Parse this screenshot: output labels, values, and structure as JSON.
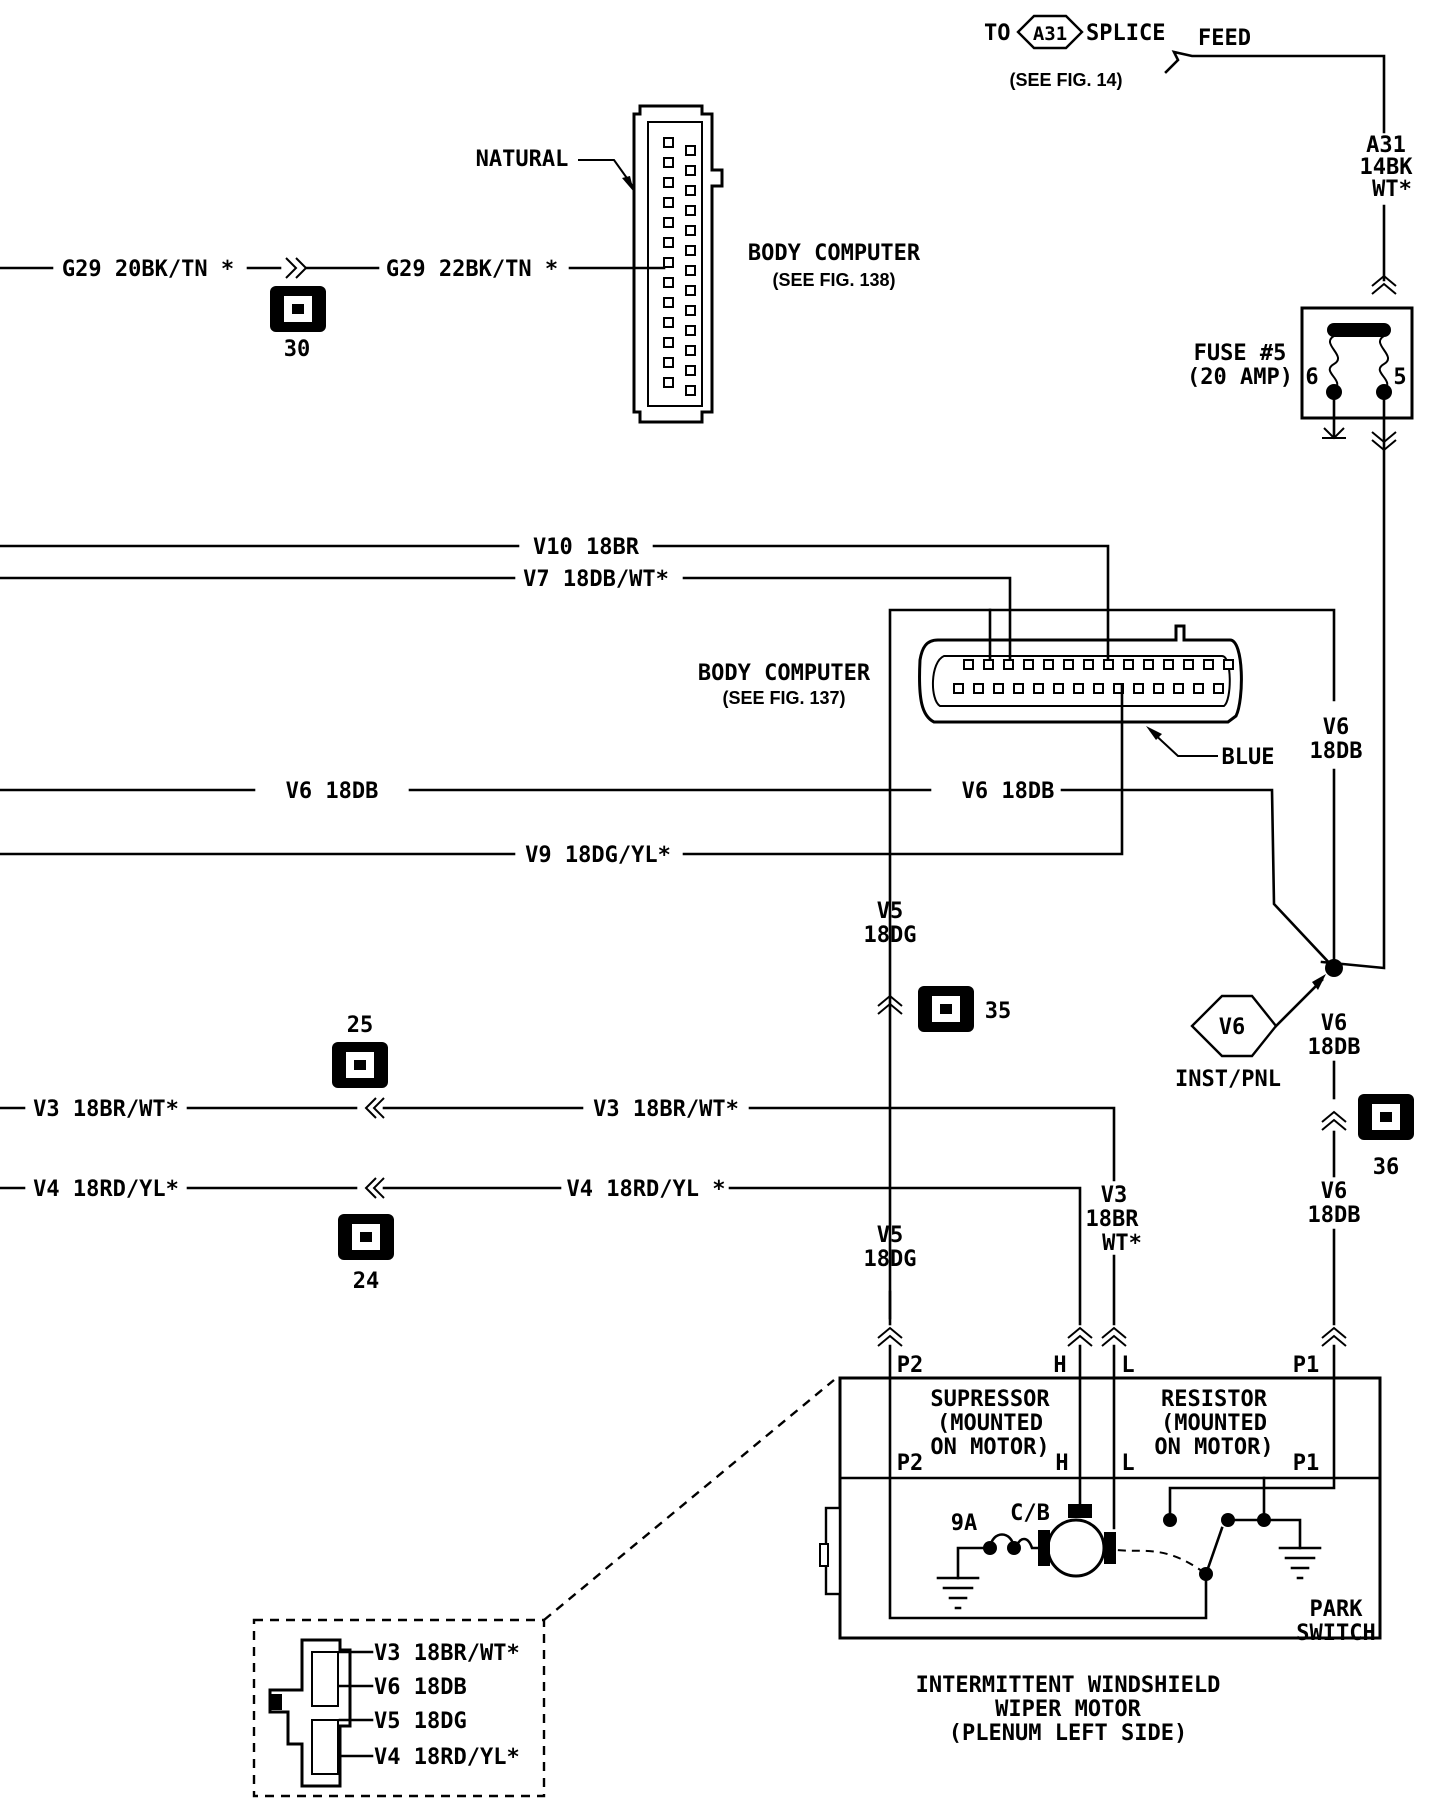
{
  "splice": {
    "to": "TO",
    "tag": "A31",
    "splice": "SPLICE",
    "ref": "(SEE FIG. 14)",
    "feed": "FEED"
  },
  "feed_wire": {
    "circuit": "A31",
    "gauge": "14BK",
    "tracer": "WT*"
  },
  "fuse": {
    "label1": "FUSE #5",
    "label2": "(20 AMP)",
    "pin_left": "6",
    "pin_right": "5"
  },
  "body_computer_top": {
    "name": "BODY COMPUTER",
    "ref": "(SEE FIG. 138)",
    "connector_color": "NATURAL"
  },
  "g29_left": "G29 20BK/TN *",
  "g29_right": "G29 22BK/TN *",
  "body_computer_mid": {
    "name": "BODY COMPUTER",
    "ref": "(SEE FIG. 137)",
    "connector_color": "BLUE"
  },
  "wires": {
    "v10": "V10 18BR",
    "v7": "V7 18DB/WT*",
    "v6_left": "V6 18DB",
    "v6_mid": "V6 18DB",
    "v9": "V9 18DG/YL*",
    "v3_left": "V3 18BR/WT*",
    "v3_mid": "V3 18BR/WT*",
    "v4_left": "V4 18RD/YL*",
    "v4_mid": "V4 18RD/YL *"
  },
  "stacked": {
    "v6_right": [
      "V6",
      "18DB"
    ],
    "v5_upper": [
      "V5",
      "18DG"
    ],
    "v5_lower": [
      "V5",
      "18DG"
    ],
    "v6_lower": [
      "V6",
      "18DB"
    ],
    "v6_bottom": [
      "V6",
      "18DB"
    ],
    "v3_right": [
      "V3",
      "18BR",
      "WT*"
    ]
  },
  "connectors": {
    "c30": "30",
    "c25": "25",
    "c24": "24",
    "c35": "35",
    "c36": "36"
  },
  "inst_panel": {
    "tag": "V6",
    "label": "INST/PNL"
  },
  "motor": {
    "pins": {
      "p2": "P2",
      "h": "H",
      "l": "L",
      "p1": "P1"
    },
    "supressor": [
      "SUPRESSOR",
      "(MOUNTED",
      "ON MOTOR)"
    ],
    "resistor": [
      "RESISTOR",
      "(MOUNTED",
      "ON MOTOR)"
    ],
    "sa": "9A",
    "cb": "C/B",
    "park": [
      "PARK",
      "SWITCH"
    ],
    "title": [
      "INTERMITTENT WINDSHIELD",
      "WIPER MOTOR",
      "(PLENUM LEFT SIDE)"
    ]
  },
  "detail": [
    "V3 18BR/WT*",
    "V6 18DB",
    "V5 18DG",
    "V4 18RD/YL*"
  ]
}
